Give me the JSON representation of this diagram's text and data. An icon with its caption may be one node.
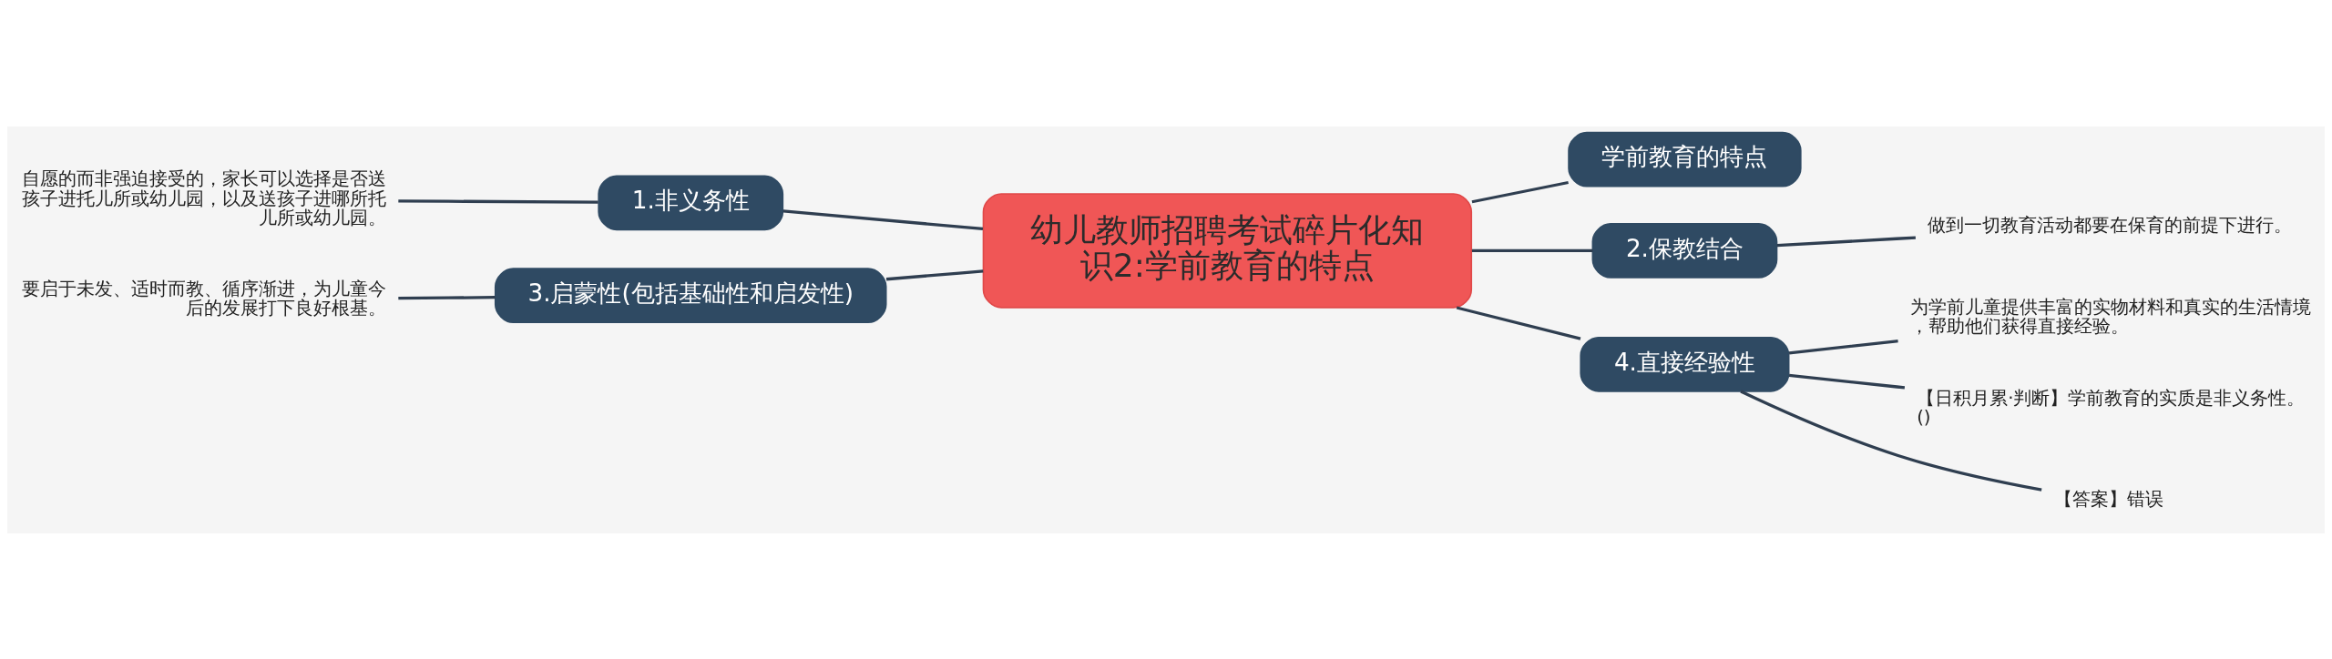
{
  "diagram": {
    "nodes": [
      {
        "text": [
          "幼儿教师招聘考试碎片化知识2:学前教育的特点"
        ]
      },
      {
        "text": [
          "学前教育的特点"
        ]
      },
      {
        "text": [
          "1.非义务性"
        ]
      },
      {
        "text": [
          "自愿的而非强迫接受的，家长可以选择是否送孩子进托儿所或幼儿园，以及送孩子进哪所托儿所或幼儿园。"
        ]
      },
      {
        "text": [
          "2.保教结合"
        ]
      },
      {
        "text": [
          "做到一切教育活动都要在保育的前提下进行。"
        ]
      },
      {
        "text": [
          "3.启蒙性(包括基础性和启发性)"
        ]
      },
      {
        "text": [
          "要启于未发、适时而教、循序渐进，为儿童今后的发展打下良好根基。"
        ]
      },
      {
        "text": [
          "4.直接经验性"
        ]
      },
      {
        "text": [
          "为学前儿童提供丰富的实物材料和真实的生活情境，帮助他们获得直接经验。"
        ]
      },
      {
        "text": [
          "【日积月累·判断】学前教育的实质是非义务性。()"
        ]
      },
      {
        "text": [
          "【答案】错误"
        ]
      }
    ],
    "edges": [
      {
        "from": 0,
        "to": 1,
        "arrow": "none"
      },
      {
        "from": 0,
        "to": 2,
        "arrow": "none"
      },
      {
        "from": 2,
        "to": 3,
        "arrow": "none"
      },
      {
        "from": 0,
        "to": 4,
        "arrow": "none"
      },
      {
        "from": 4,
        "to": 5,
        "arrow": "none"
      },
      {
        "from": 0,
        "to": 6,
        "arrow": "none"
      },
      {
        "from": 6,
        "to": 7,
        "arrow": "none"
      },
      {
        "from": 0,
        "to": 8,
        "arrow": "none"
      },
      {
        "from": 8,
        "to": 9,
        "arrow": "none"
      },
      {
        "from": 8,
        "to": 10,
        "arrow": "none"
      },
      {
        "from": 8,
        "to": 11,
        "arrow": "none"
      }
    ]
  }
}
